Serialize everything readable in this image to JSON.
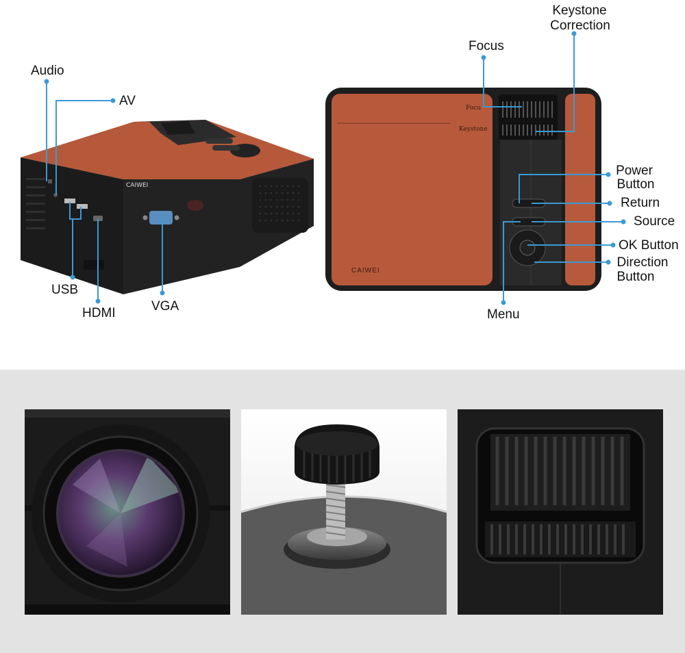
{
  "callouts": {
    "audio": "Audio",
    "av": "AV",
    "usb": "USB",
    "hdmi": "HDMI",
    "vga": "VGA",
    "focus": "Focus",
    "keystone_line1": "Keystone",
    "keystone_line2": "Correction",
    "power_line1": "Power",
    "power_line2": "Button",
    "return": "Return",
    "source": "Source",
    "ok": "OK Button",
    "direction_line1": "Direction",
    "direction_line2": "Button",
    "menu": "Menu"
  },
  "printed_on_device": {
    "brand": "CAIWEI",
    "focus_mark": "Focu",
    "keystone_mark": "Keystone"
  },
  "colors": {
    "callout_line": "#3a9ad6",
    "leather": "#b85d3e",
    "body": "#1c1c1c",
    "bottom_band": "#e3e3e3"
  },
  "bottom_panels": [
    "lens-closeup",
    "adjustable-foot-screw",
    "focus-keystone-wheels"
  ]
}
